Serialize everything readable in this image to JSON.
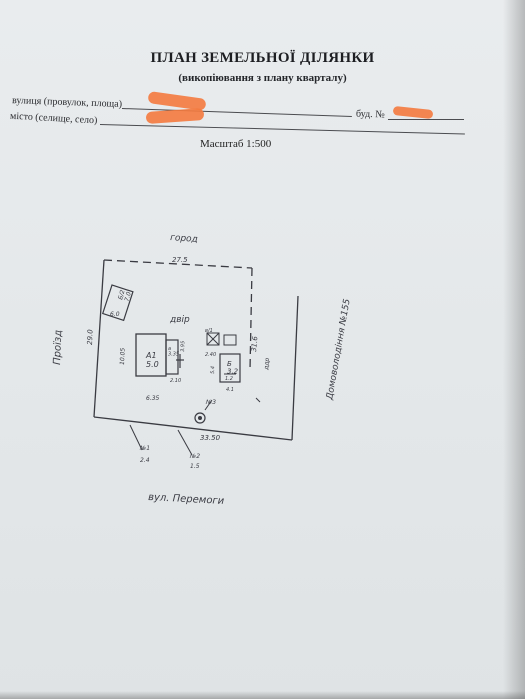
{
  "document": {
    "title": "ПЛАН ЗЕМЕЛЬНОЇ ДІЛЯНКИ",
    "subtitle": "(викопіювання з плану кварталу)",
    "street_label": "вулиця (провулок, площа)",
    "building_label": "буд. №",
    "place_label": "місто (селище, село)",
    "scale": "Масштаб 1:500",
    "redaction_color": "#f47a3e"
  },
  "plan": {
    "north_side": "город",
    "west_side": "Проїзд",
    "east_side": "Домоволодіння №155",
    "south_street": "вул. Перемоги",
    "yard": "двір",
    "dimensions": {
      "top": "27.5",
      "left": "29.0",
      "right": "31.6",
      "bottom": "33.50",
      "house_height": "10.05",
      "house_width": "6.35",
      "shed_width": "6.0",
      "small_width": "2.40",
      "right_bld_width": "4.1",
      "right_bld_height": "5.4"
    },
    "buildings": {
      "shed": "Б/2\n7.0",
      "house": "А1\n5.0",
      "annex": "а\n3.35",
      "annex_dim": "3.95",
      "annex_bottom": "2.10",
      "right_building": "Б\n3.2",
      "right_building_sub": "1.2",
      "small_a": "в/1",
      "small_dim": "2.40"
    },
    "markers": {
      "n1": "№1",
      "n1_val": "2.4",
      "n2": "№2",
      "n2_val": "1.5",
      "n3": "№3",
      "side_note": "ддр"
    }
  }
}
